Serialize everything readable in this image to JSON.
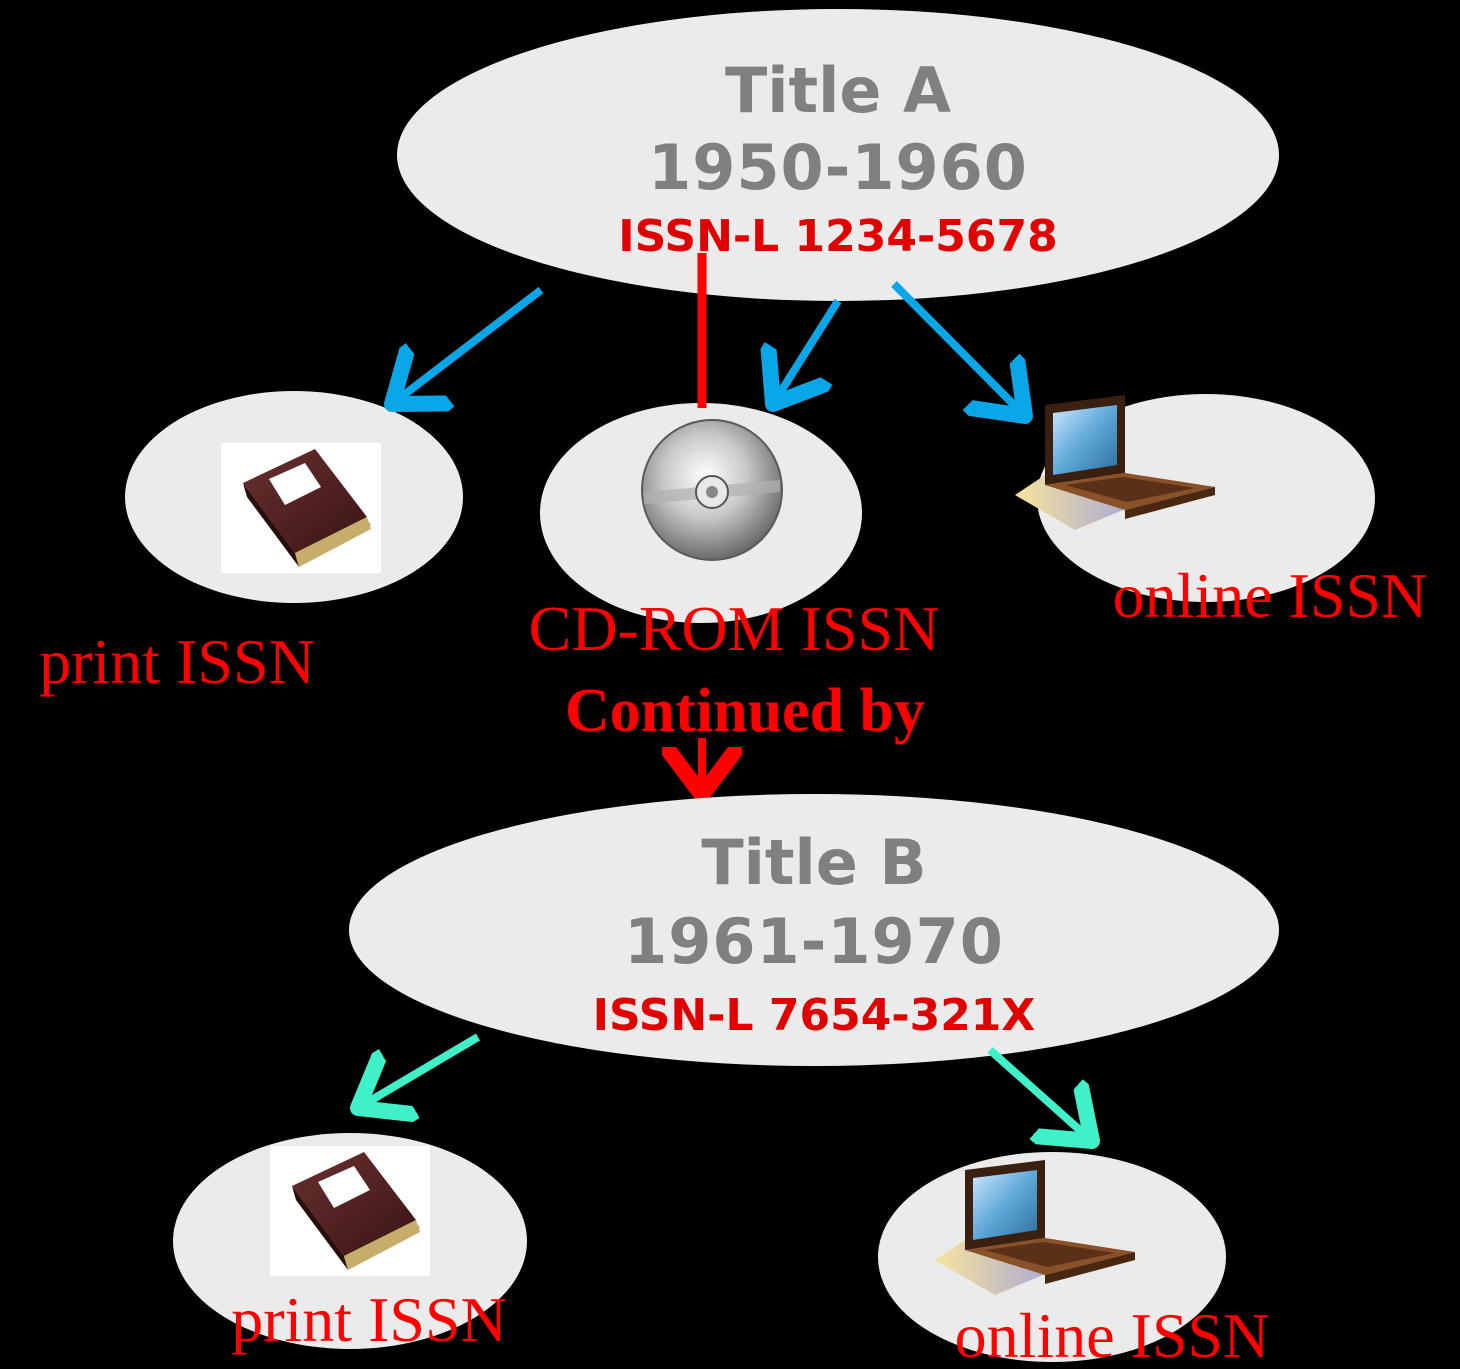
{
  "title_a": {
    "name": "Title A",
    "years": "1950-1960",
    "issn_l": "ISSN-L 1234-5678",
    "media": {
      "print_label": "print ISSN",
      "cdrom_label": "CD-ROM ISSN",
      "online_label": "online ISSN"
    }
  },
  "relation": {
    "label": "Continued by"
  },
  "title_b": {
    "name": "Title B",
    "years": "1961-1970",
    "issn_l": "ISSN-L 7654-321X",
    "media": {
      "print_label": "print ISSN",
      "online_label": "online ISSN"
    }
  },
  "icons": {
    "print": "book-icon",
    "cdrom": "cd-icon",
    "online": "laptop-icon"
  },
  "colors": {
    "ellipse_fill": "#ebebeb",
    "title_text": "#808080",
    "issn_text": "#e00000",
    "label_text": "#ff0000",
    "arrow_a": "#0aa7e8",
    "arrow_b": "#3ff0c8",
    "continuation_arrow": "#ff0000",
    "background": "#000000"
  }
}
